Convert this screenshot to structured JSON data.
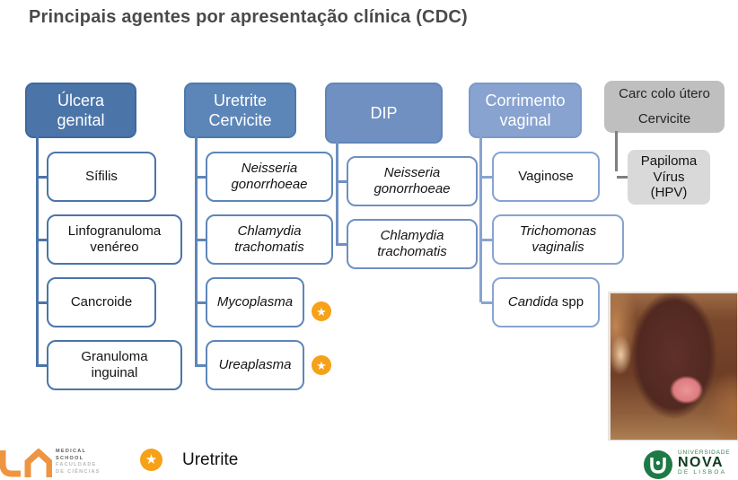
{
  "slide": {
    "title": "Principais agentes por apresentação clínica (CDC)",
    "title_color": "#4a4a4a"
  },
  "icons": {
    "star": "★"
  },
  "diagram": {
    "columns": [
      {
        "title": "Úlcera genital",
        "colors": {
          "header_bg": "#4b75a9",
          "header_border": "#3f699d",
          "line": "#4b75a9",
          "box_border": "#4b75a9"
        },
        "items": [
          {
            "label": "Sífilis"
          },
          {
            "label": "Linfogranuloma venéreo"
          },
          {
            "label": "Cancroide"
          },
          {
            "label": "Granuloma inguinal"
          }
        ]
      },
      {
        "title": "Uretrite Cervicite",
        "colors": {
          "header_bg": "#5d86b8",
          "header_border": "#4d79ad",
          "line": "#5d86b8",
          "box_border": "#5d86b8"
        },
        "items": [
          {
            "label": "Neisseria gonorrhoeae",
            "italic": true
          },
          {
            "label": "Chlamydia trachomatis",
            "italic": true
          },
          {
            "label": "Mycoplasma",
            "italic": true,
            "star": true
          },
          {
            "label": "Ureaplasma",
            "italic": true,
            "star": true
          }
        ]
      },
      {
        "title": "DIP",
        "colors": {
          "header_bg": "#6f90c1",
          "header_border": "#6186b8",
          "line": "#6f90c1",
          "box_border": "#6f90c1"
        },
        "items": [
          {
            "label": "Neisseria gonorrhoeae",
            "italic": true
          },
          {
            "label": "Chlamydia trachomatis",
            "italic": true
          }
        ]
      },
      {
        "title": "Corrimento vaginal",
        "colors": {
          "header_bg": "#88a3d0",
          "header_border": "#7b99c9",
          "line": "#88a3d0",
          "box_border": "#88a3d0"
        },
        "items": [
          {
            "label": "Vaginose"
          },
          {
            "label": "Trichomonas vaginalis",
            "italic": true
          },
          {
            "label_italic": "Candida",
            "label_suffix": " spp"
          }
        ]
      },
      {
        "title": "Carc colo útero\nCervicite",
        "colors": {
          "header_bg": "#bfbfbf",
          "header_border": "#b2b2b2",
          "header_text": "#262626",
          "line": "#7f7f7f",
          "box_bg": "#d9d9d9"
        },
        "items": [
          {
            "label": "Papiloma Vírus (HPV)"
          }
        ]
      }
    ]
  },
  "legend": {
    "label": "Uretrite",
    "star_color": "#f6a118"
  },
  "footer": {
    "medical_school": {
      "brand_color": "#ef9440",
      "lines": [
        "MEDICAL",
        "SCHOOL",
        "FACULDADE",
        "DE CIÊNCIAS"
      ]
    },
    "nova": {
      "brand_color": "#1e7a45",
      "top": "UNIVERSIDADE",
      "name": "NOVA",
      "bottom": "DE LISBOA"
    }
  }
}
